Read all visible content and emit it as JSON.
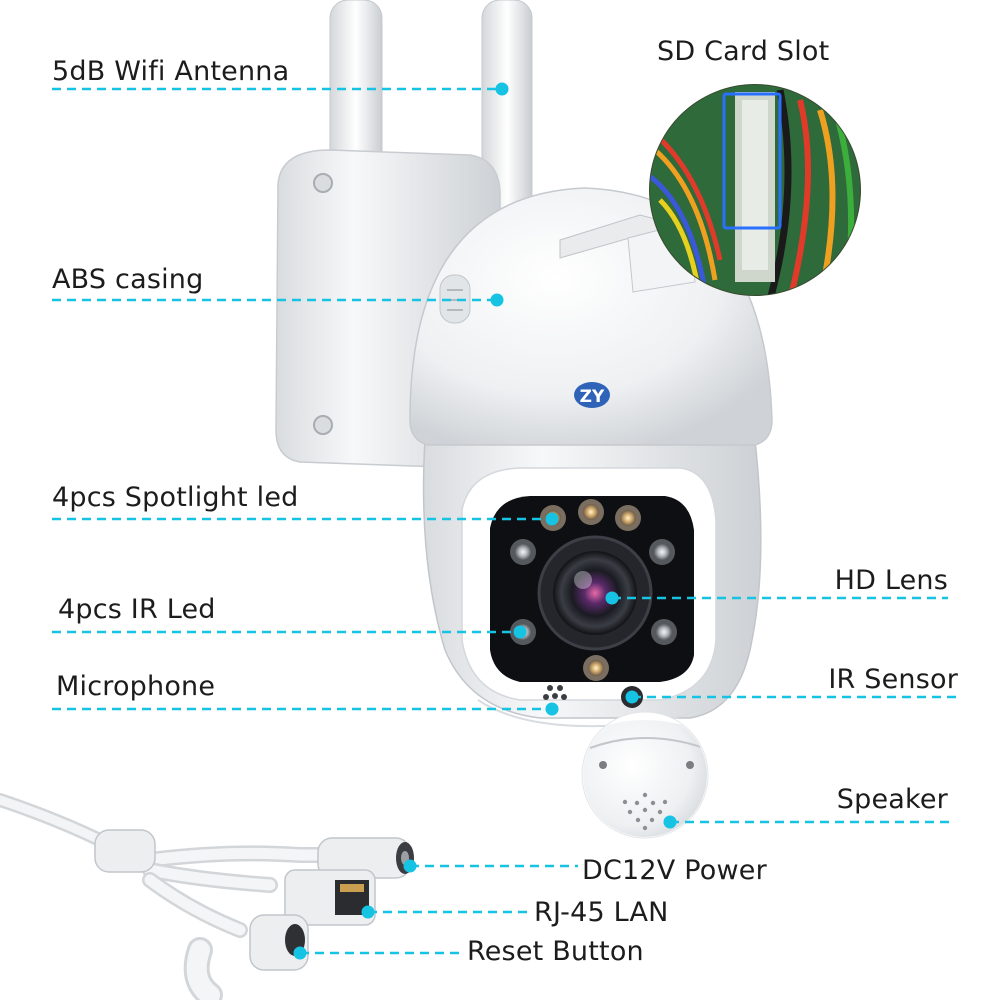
{
  "labels": {
    "wifi_antenna": "5dB Wifi Antenna",
    "abs_casing": "ABS casing",
    "spotlight_led": "4pcs Spotlight led",
    "ir_led": "4pcs IR Led",
    "microphone": "Microphone",
    "sd_card_slot": "SD Card Slot",
    "hd_lens": "HD Lens",
    "ir_sensor": "IR Sensor",
    "speaker": "Speaker",
    "dc_power": "DC12V Power",
    "rj45_lan": "RJ-45 LAN",
    "reset_button": "Reset Button"
  },
  "brand_logo": "ZY",
  "colors": {
    "callout": "#16c3e2",
    "text": "#1c1c1c",
    "camera_white": "#f4f5f6",
    "lens_dark": "#101114"
  }
}
